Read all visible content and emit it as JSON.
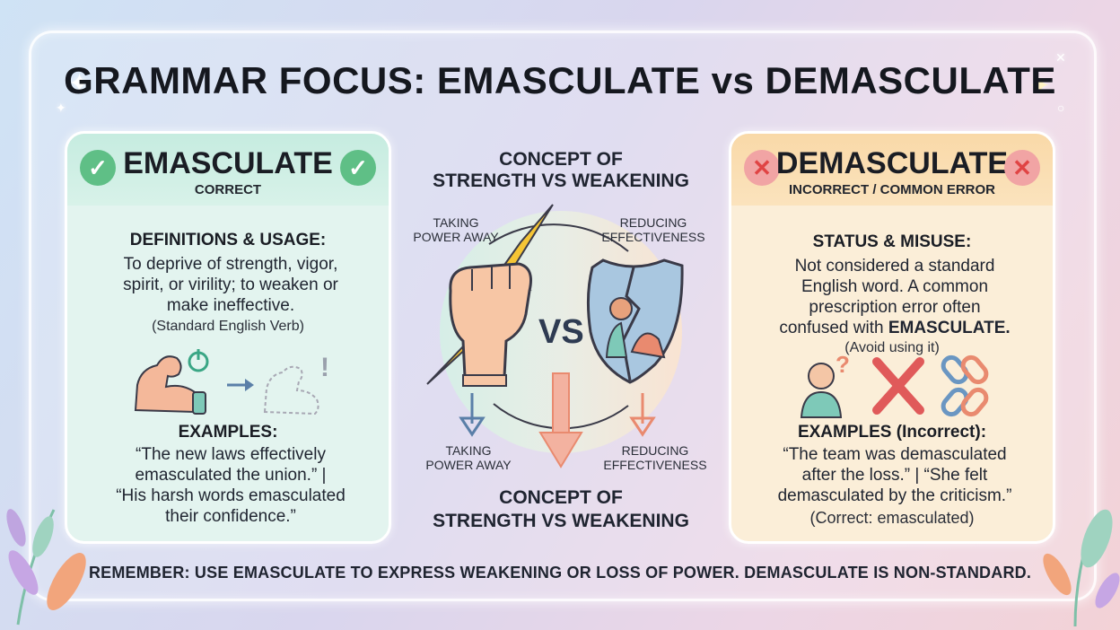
{
  "title": "GRAMMAR FOCUS: EMASCULATE vs DEMASCULATE",
  "left": {
    "word": "EMASCULATE",
    "status": "CORRECT",
    "definitions_heading": "DEFINITIONS & USAGE:",
    "definition_lines": [
      "To deprive of strength, vigor,",
      "spirit, or virility; to weaken or",
      "make ineffective."
    ],
    "definition_note": "(Standard English Verb)",
    "examples_heading": "EXAMPLES:",
    "example_lines": [
      "“The new laws effectively",
      "emasculated the union.” |",
      "“His harsh words emasculated",
      "their confidence.”"
    ]
  },
  "center": {
    "top_heading": [
      "CONCEPT OF",
      "STRENGTH VS WEAKENING"
    ],
    "label_tl": [
      "TAKING",
      "POWER AWAY"
    ],
    "label_tr": [
      "REDUCING",
      "EFFECTIVENESS"
    ],
    "label_bl": [
      "TAKING",
      "POWER AWAY"
    ],
    "label_br": [
      "REDUCING",
      "EFFECTIVENESS"
    ],
    "vs": "VS",
    "bottom_heading": [
      "CONCEPT OF",
      "STRENGTH VS WEAKENING"
    ]
  },
  "right": {
    "word": "DEMASCULATE",
    "status": "INCORRECT / COMMON ERROR",
    "status_heading": "STATUS & MISUSE:",
    "status_lines": [
      "Not considered a standard",
      "English word. A common",
      "prescription error often"
    ],
    "status_line_last_prefix": "confused with ",
    "status_line_last_bold": "EMASCULATE.",
    "status_note": "(Avoid using it)",
    "examples_heading": "EXAMPLES (Incorrect):",
    "example_lines": [
      "“The team was demasculated",
      "after the loss.” | “She felt",
      "demasculated by the criticism.”"
    ],
    "example_note": "(Correct: emasculated)"
  },
  "footer": "REMEMBER: USE EMASCULATE TO EXPRESS WEAKENING OR LOSS OF POWER. DEMASCULATE IS NON-STANDARD.",
  "colors": {
    "correct_accent": "#5fbf86",
    "error_accent": "#e04444",
    "lightning": "#f5c535",
    "arrow": "#e98a6f"
  },
  "icons": [
    "check-icon",
    "cross-icon",
    "flexed-arm-icon",
    "power-icon",
    "weak-arm-icon",
    "fist-icon",
    "lightning-icon",
    "broken-shield-icon",
    "confused-person-icon",
    "large-x-icon",
    "broken-chain-icon",
    "down-arrow-icon",
    "leaf-icon",
    "sparkle-icon"
  ]
}
